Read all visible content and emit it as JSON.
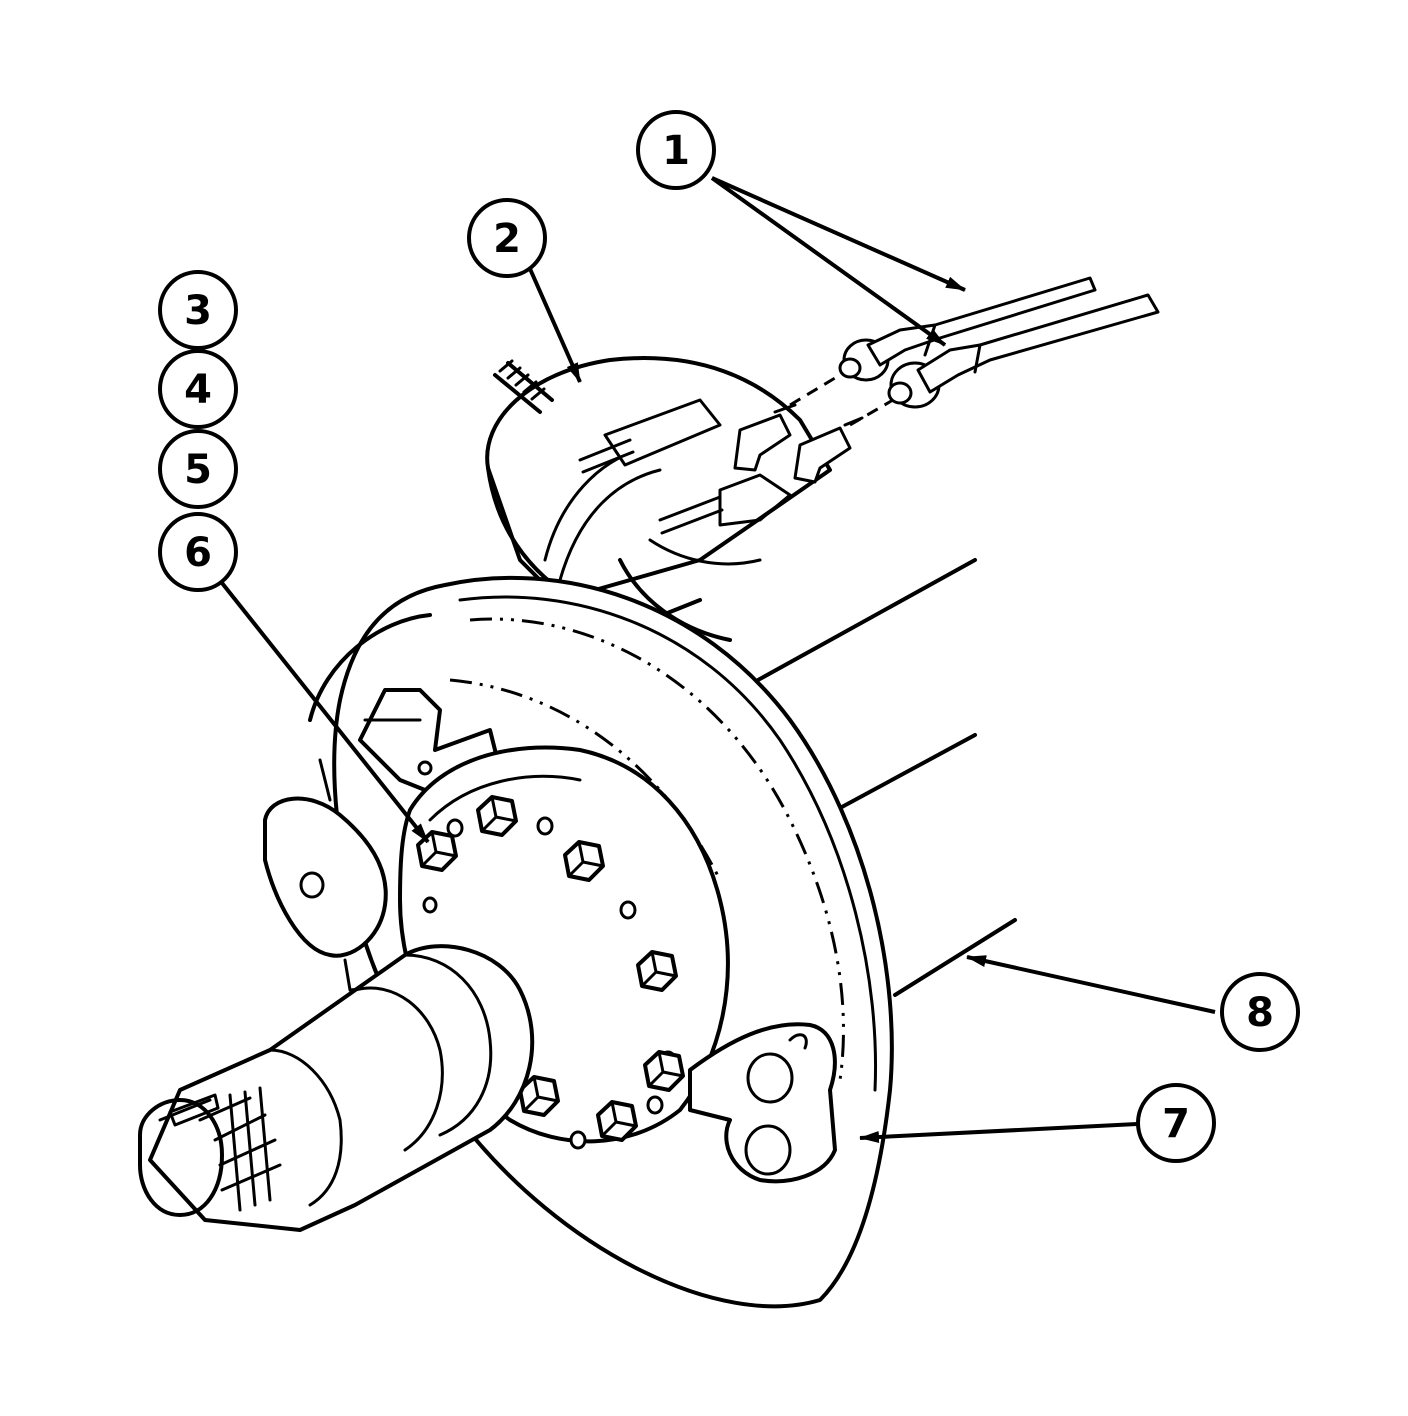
{
  "callouts": [
    {
      "id": "c1",
      "label": "1"
    },
    {
      "id": "c2",
      "label": "2"
    },
    {
      "id": "c3",
      "label": "3"
    },
    {
      "id": "c4",
      "label": "4"
    },
    {
      "id": "c5",
      "label": "5"
    },
    {
      "id": "c6",
      "label": "6"
    },
    {
      "id": "c7",
      "label": "7"
    },
    {
      "id": "c8",
      "label": "8"
    }
  ],
  "colors": {
    "line": "#000000",
    "background": "#ffffff"
  }
}
